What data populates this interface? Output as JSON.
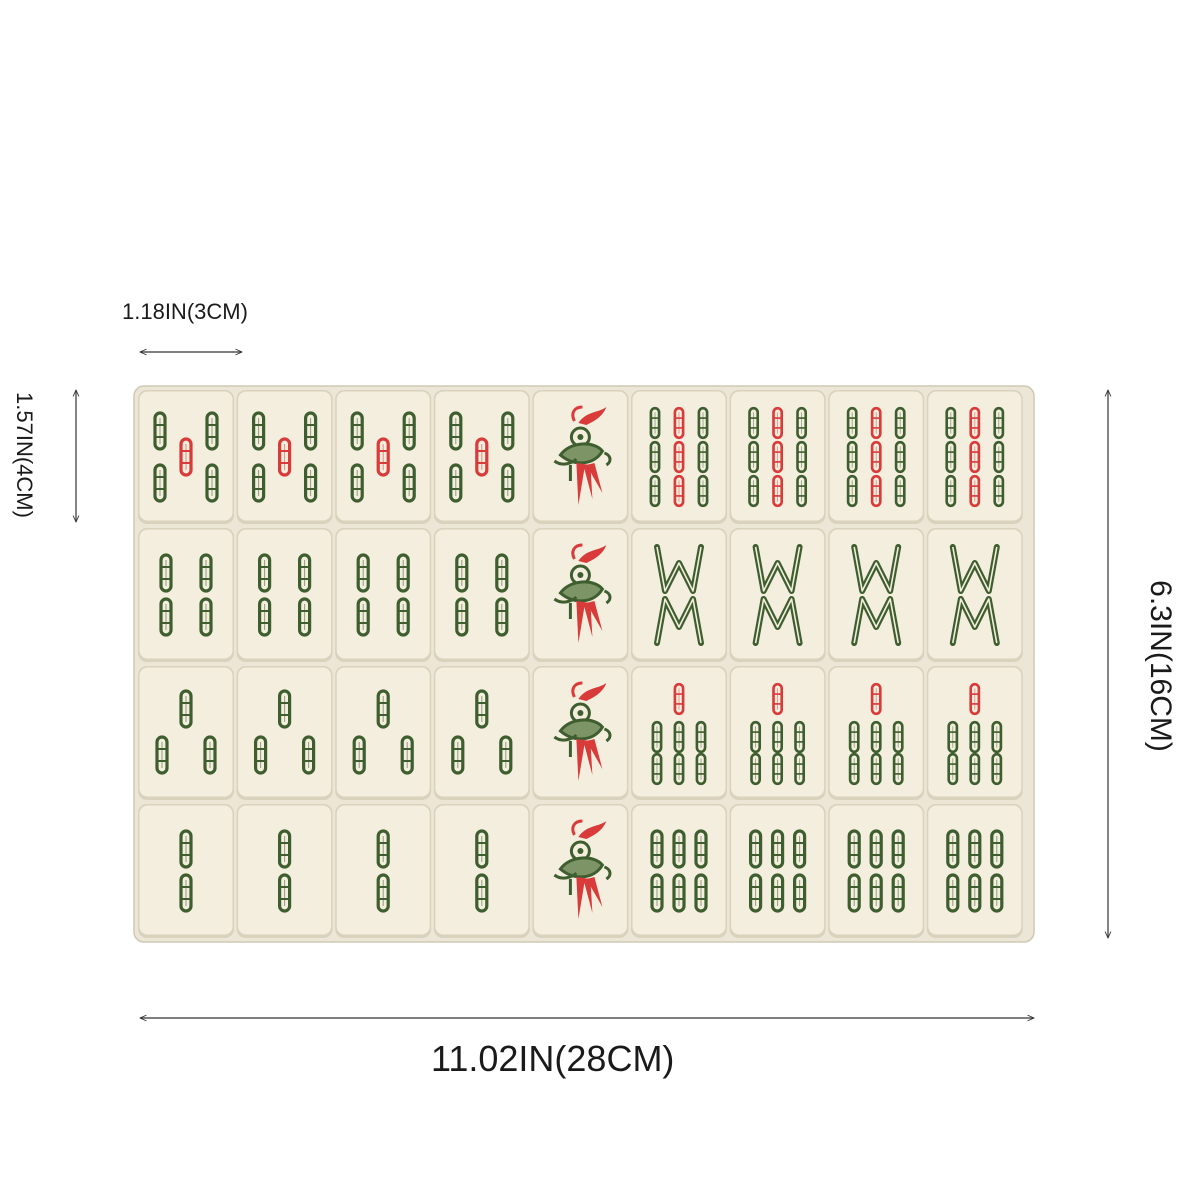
{
  "dimensions": {
    "tile_width": "1.18IN(3CM)",
    "tile_height": "1.57IN(4CM)",
    "total_height": "6.3IN(16CM)",
    "total_width": "11.02IN(28CM)"
  },
  "colors": {
    "background": "#ffffff",
    "tile_face": "#f3eedd",
    "tile_edge": "#d9d2bd",
    "bamboo_green": "#3f5e2f",
    "bamboo_red": "#d93a3a",
    "dimension_line": "#333333"
  },
  "tiles": {
    "rows": [
      [
        "bamboo-5",
        "bamboo-5",
        "bamboo-5",
        "bamboo-5",
        "bamboo-1-bird",
        "bamboo-9",
        "bamboo-9",
        "bamboo-9",
        "bamboo-9"
      ],
      [
        "bamboo-4",
        "bamboo-4",
        "bamboo-4",
        "bamboo-4",
        "bamboo-1-bird",
        "bamboo-8",
        "bamboo-8",
        "bamboo-8",
        "bamboo-8"
      ],
      [
        "bamboo-3",
        "bamboo-3",
        "bamboo-3",
        "bamboo-3",
        "bamboo-1-bird",
        "bamboo-7",
        "bamboo-7",
        "bamboo-7",
        "bamboo-7"
      ],
      [
        "bamboo-2",
        "bamboo-2",
        "bamboo-2",
        "bamboo-2",
        "bamboo-1-bird",
        "bamboo-6",
        "bamboo-6",
        "bamboo-6",
        "bamboo-6"
      ]
    ]
  }
}
